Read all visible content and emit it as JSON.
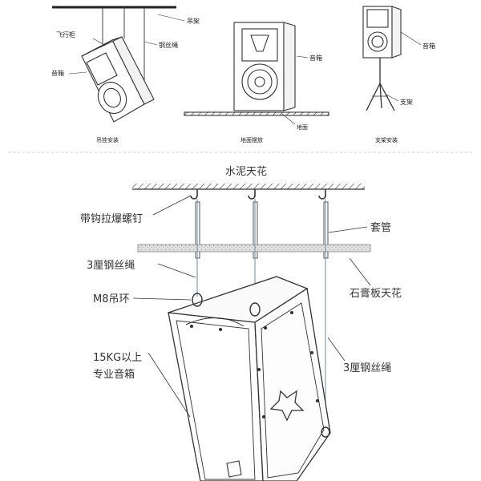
{
  "top_panel": {
    "hanging": {
      "rack_label": "吊架",
      "bracket_label": "飞行柜",
      "wire_label": "钢丝绳",
      "speaker_label": "音箱",
      "caption": "吊挂安装"
    },
    "floor": {
      "speaker_label": "音箱",
      "ground_label": "地面",
      "caption": "地面摆放"
    },
    "stand": {
      "speaker_label": "音箱",
      "stand_label": "支架",
      "caption": "支架安装"
    }
  },
  "bottom_panel": {
    "ceiling_label": "水泥天花",
    "hook_bolt_label": "带钩拉爆螺钉",
    "sleeve_label": "套管",
    "wire_left_label": "3厘钢丝绳",
    "gypsum_label": "石膏板天花",
    "ring_label": "M8吊环",
    "speaker_label_line1": "15KG以上",
    "speaker_label_line2": "专业音箱",
    "wire_right_label": "3厘钢丝绳"
  },
  "colors": {
    "line": "#333333",
    "text": "#222222",
    "rope": "#6a8fa0",
    "panel_fill": "#e6e6e6"
  }
}
